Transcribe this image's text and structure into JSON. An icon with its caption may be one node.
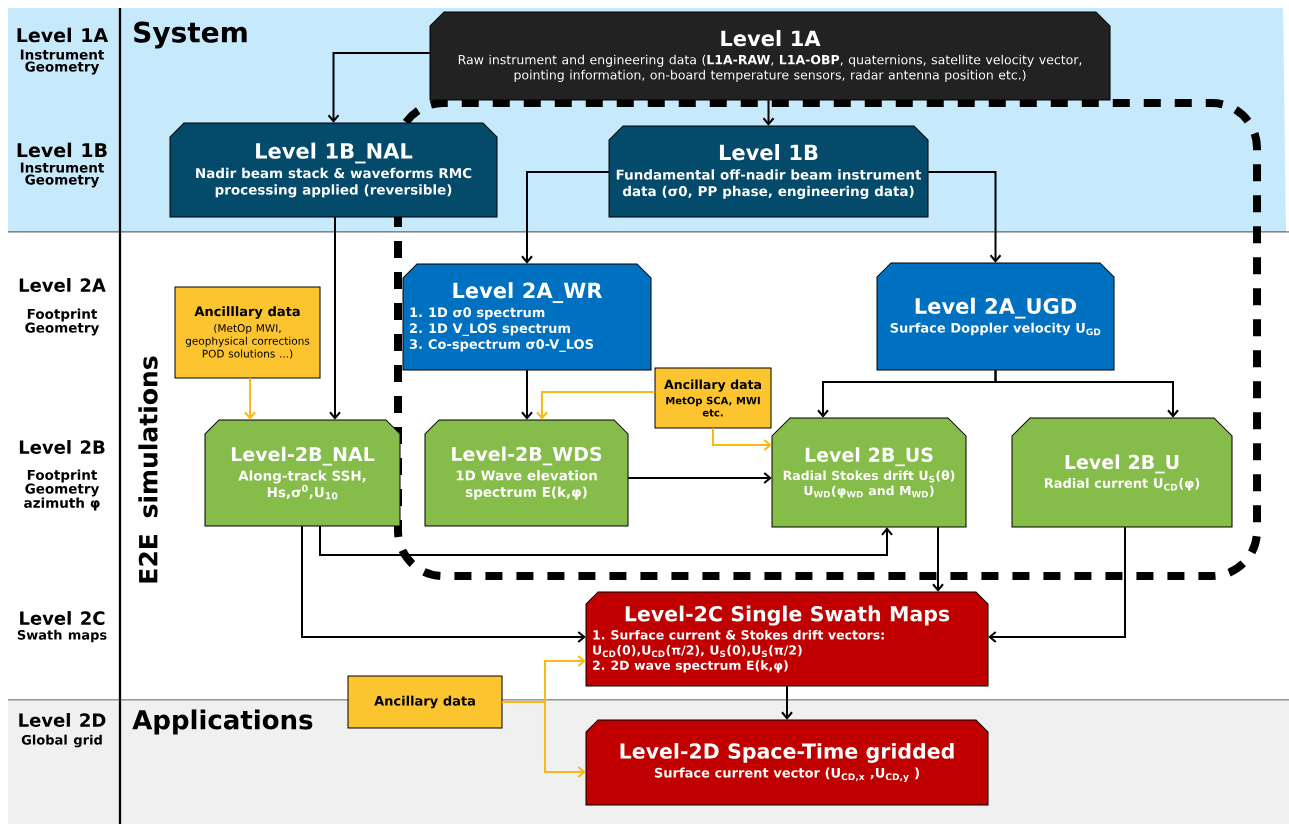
{
  "diagram": {
    "nodes": [
      {
        "text": [
          "Level 1A",
          "Raw instrument and engineering data (**L1A-RAW**, **L1A-OBP**, quaternions, satellite velocity vector, pointing information, on-board temperature sensors, radar antenna position etc.)"
        ]
      },
      {
        "text": [
          "Level 1B_NAL",
          "Nadir beam stack & waveforms RMC processing applied (reversible)"
        ]
      },
      {
        "text": [
          "Level 1B",
          "Fundamental off-nadir beam instrument data (σ0, PP phase, engineering data)"
        ]
      },
      {
        "text": [
          "Ancilllary data",
          "(MetOp MWI, geophysical corrections POD solutions ...)"
        ]
      },
      {
        "text": [
          "Level 2A_WR",
          "1. 1D σ0 spectrum",
          "2. 1D V_LOS spectrum",
          "3. Co-spectrum σ0-V_LOS"
        ]
      },
      {
        "text": [
          "Level 2A_UGD",
          "Surface Doppler velocity U$_{GD}$"
        ]
      },
      {
        "text": [
          "Ancillary data",
          "MetOp SCA, MWI etc."
        ]
      },
      {
        "text": [
          "Level-2B_NAL",
          "Along-track SSH, Hs,σ$^{0}$,U$_{10}$"
        ]
      },
      {
        "text": [
          "Level-2B_WDS",
          "1D Wave elevation spectrum  E(k,φ)"
        ]
      },
      {
        "text": [
          "Level 2B_US",
          "Radial Stokes drift U$_{S}$(θ) U$_{WD}$(φ$_{WD}$ and M$_{WD}$)"
        ]
      },
      {
        "text": [
          "Level 2B_U",
          "Radial current U$_{CD}$(φ)"
        ]
      },
      {
        "text": [
          "Level-2C Single Swath Maps",
          "1. Surface current & Stokes drift vectors: U$_{CD}$(0),U$_{CD}$(π/2), U$_{S}$(0),U$_{S}$(π/2)",
          "2. 2D wave spectrum E(k,φ)"
        ]
      },
      {
        "text": [
          "Ancillary data"
        ]
      },
      {
        "text": [
          "Level-2D Space-Time gridded",
          "Surface current vector  (U$_{CD,x}$ ,U$_{CD,y}$ )"
        ]
      }
    ],
    "edges": [
      {
        "from": 0,
        "to": 1,
        "arrow": "to"
      },
      {
        "from": 0,
        "to": 2,
        "arrow": "to"
      },
      {
        "from": 1,
        "to": 7,
        "arrow": "to"
      },
      {
        "from": 2,
        "to": 4,
        "arrow": "to"
      },
      {
        "from": 2,
        "to": 5,
        "arrow": "to"
      },
      {
        "from": 3,
        "to": 7,
        "arrow": "to",
        "color": "#fbb917"
      },
      {
        "from": 4,
        "to": 8,
        "arrow": "to"
      },
      {
        "from": 6,
        "to": 8,
        "arrow": "to",
        "color": "#fbb917"
      },
      {
        "from": 6,
        "to": 9,
        "arrow": "to",
        "color": "#fbb917"
      },
      {
        "from": 8,
        "to": 9,
        "arrow": "to"
      },
      {
        "from": 5,
        "to": 9,
        "arrow": "to"
      },
      {
        "from": 5,
        "to": 10,
        "arrow": "to"
      },
      {
        "from": 7,
        "to": 9,
        "arrow": "to"
      },
      {
        "from": 7,
        "to": 11,
        "arrow": "to"
      },
      {
        "from": 9,
        "to": 11,
        "arrow": "to"
      },
      {
        "from": 10,
        "to": 11,
        "arrow": "to"
      },
      {
        "from": 12,
        "to": 11,
        "arrow": "to",
        "color": "#fbb917"
      },
      {
        "from": 12,
        "to": 13,
        "arrow": "to",
        "color": "#fbb917"
      },
      {
        "from": 11,
        "to": 13,
        "arrow": "to"
      }
    ],
    "labels": [
      "Level 1A",
      "Instrument Geometry",
      "System",
      "Level 1B",
      "Instrument Geometry",
      "Level 2A",
      "Footprint Geometry",
      "E2E simulations",
      "Level 2B",
      "Footprint Geometry azimuth φ",
      "Level 2C",
      "Swath maps",
      "Level 2D",
      "Global grid",
      "Applications"
    ]
  }
}
